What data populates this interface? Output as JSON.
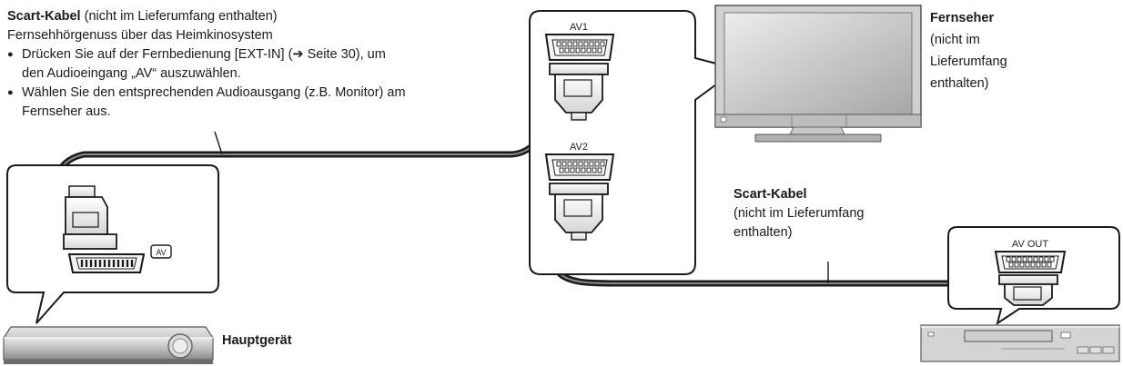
{
  "top_text": {
    "title_bold": "Scart-Kabel",
    "title_rest": " (nicht im Lieferumfang enthalten)",
    "subtitle": "Fernsehhörgenuss über das Heimkinosystem",
    "bullet1_line1": "Drücken Sie auf der Fernbedienung [EXT-IN] (➔ Seite 30), um",
    "bullet1_line2": "den Audioeingang „AV“ auszuwählen.",
    "bullet2_line1": "Wählen Sie den entsprechenden Audioausgang (z.B. Monitor) am",
    "bullet2_line2": "Fernseher aus."
  },
  "tv": {
    "label_bold": "Fernseher",
    "line1": "(nicht im",
    "line2": "Lieferumfang",
    "line3": "enthalten)",
    "port1": "AV1",
    "port2": "AV2"
  },
  "scart2": {
    "label_bold": "Scart-Kabel",
    "line1": "(nicht im Lieferumfang",
    "line2": "enthalten)"
  },
  "main_unit": {
    "label": "Hauptgerät",
    "port_label": "AV"
  },
  "recorder": {
    "port_label": "AV OUT"
  }
}
